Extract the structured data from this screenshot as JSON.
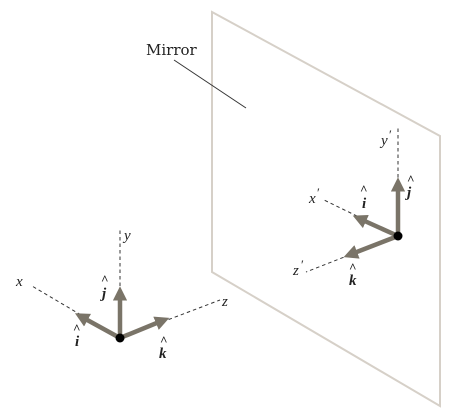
{
  "mirror": {
    "label": "Mirror"
  },
  "original_frame": {
    "axis_x_label": "x",
    "axis_y_label": "y",
    "axis_z_label": "z",
    "vector_i_label": "i",
    "vector_j_label": "j",
    "vector_k_label": "k",
    "hat_symbol": "^"
  },
  "mirrored_frame": {
    "axis_x_label": "x",
    "axis_y_label": "y",
    "axis_z_label": "z",
    "prime_symbol": "′",
    "vector_i_label": "i",
    "vector_j_label": "j",
    "vector_k_label": "k",
    "hat_symbol": "^"
  },
  "colors": {
    "mirror_outline": "#d6d0c8",
    "vector_arrow": "#7a7468",
    "axis_line": "#333333",
    "origin_dot": "#000000"
  }
}
